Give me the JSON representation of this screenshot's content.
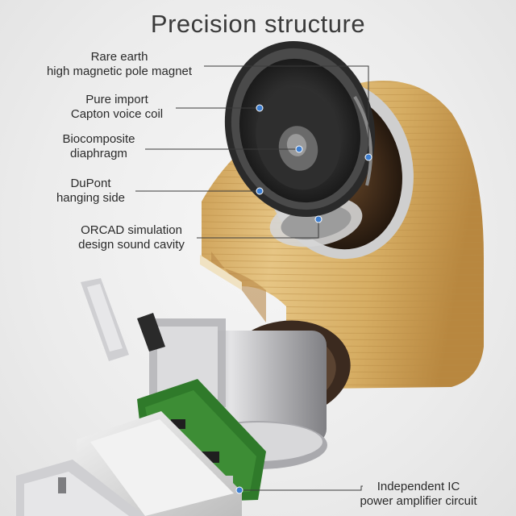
{
  "title": "Precision structure",
  "labels": [
    {
      "lines": [
        "Rare earth",
        "high magnetic pole magnet"
      ]
    },
    {
      "lines": [
        "Pure import",
        "Capton voice coil"
      ]
    },
    {
      "lines": [
        "Biocomposite",
        "diaphragm"
      ]
    },
    {
      "lines": [
        "DuPont",
        "hanging side"
      ]
    },
    {
      "lines": [
        "ORCAD simulation",
        "design sound cavity"
      ]
    },
    {
      "lines": [
        "Independent IC",
        "power amplifier circuit"
      ]
    }
  ],
  "colors": {
    "wood": "#d9b46d",
    "callout_dot": "#3f7fd0",
    "leader_line": "#3a3a3a",
    "pcb": "#2f7a2a",
    "metal": "#c9c9cc"
  }
}
